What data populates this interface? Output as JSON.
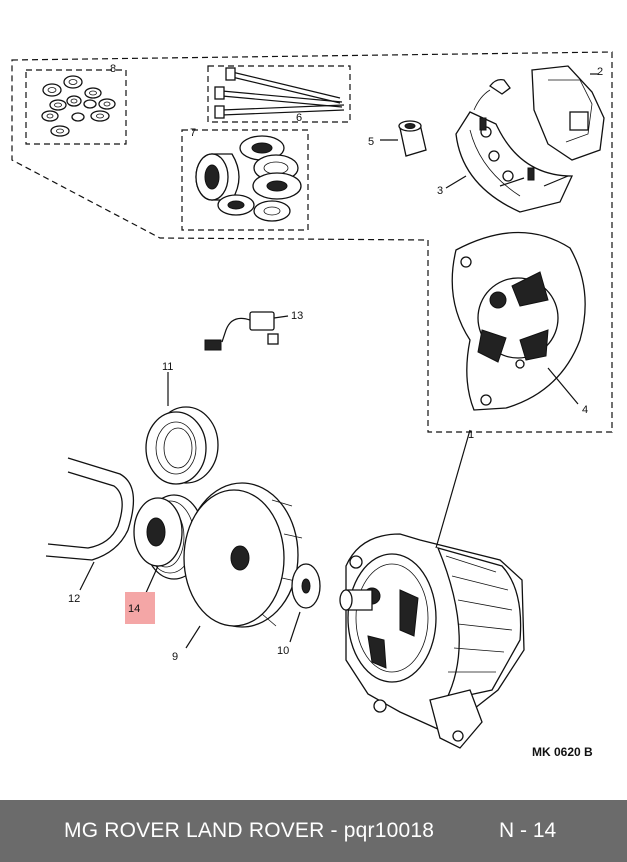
{
  "diagram": {
    "callouts": {
      "c1": "1",
      "c2": "2",
      "c3": "3",
      "c4": "4",
      "c5": "5",
      "c6": "6",
      "c7": "7",
      "c8": "8",
      "c9": "9",
      "c10": "10",
      "c11": "11",
      "c12": "12",
      "c13": "13",
      "c14": "14"
    },
    "highlight_color": "#f4a6a6",
    "reference": "MK 0620 B"
  },
  "footer": {
    "title": "MG ROVER LAND ROVER - pqr10018",
    "page": "N - 14",
    "background": "#6b6b6b"
  }
}
